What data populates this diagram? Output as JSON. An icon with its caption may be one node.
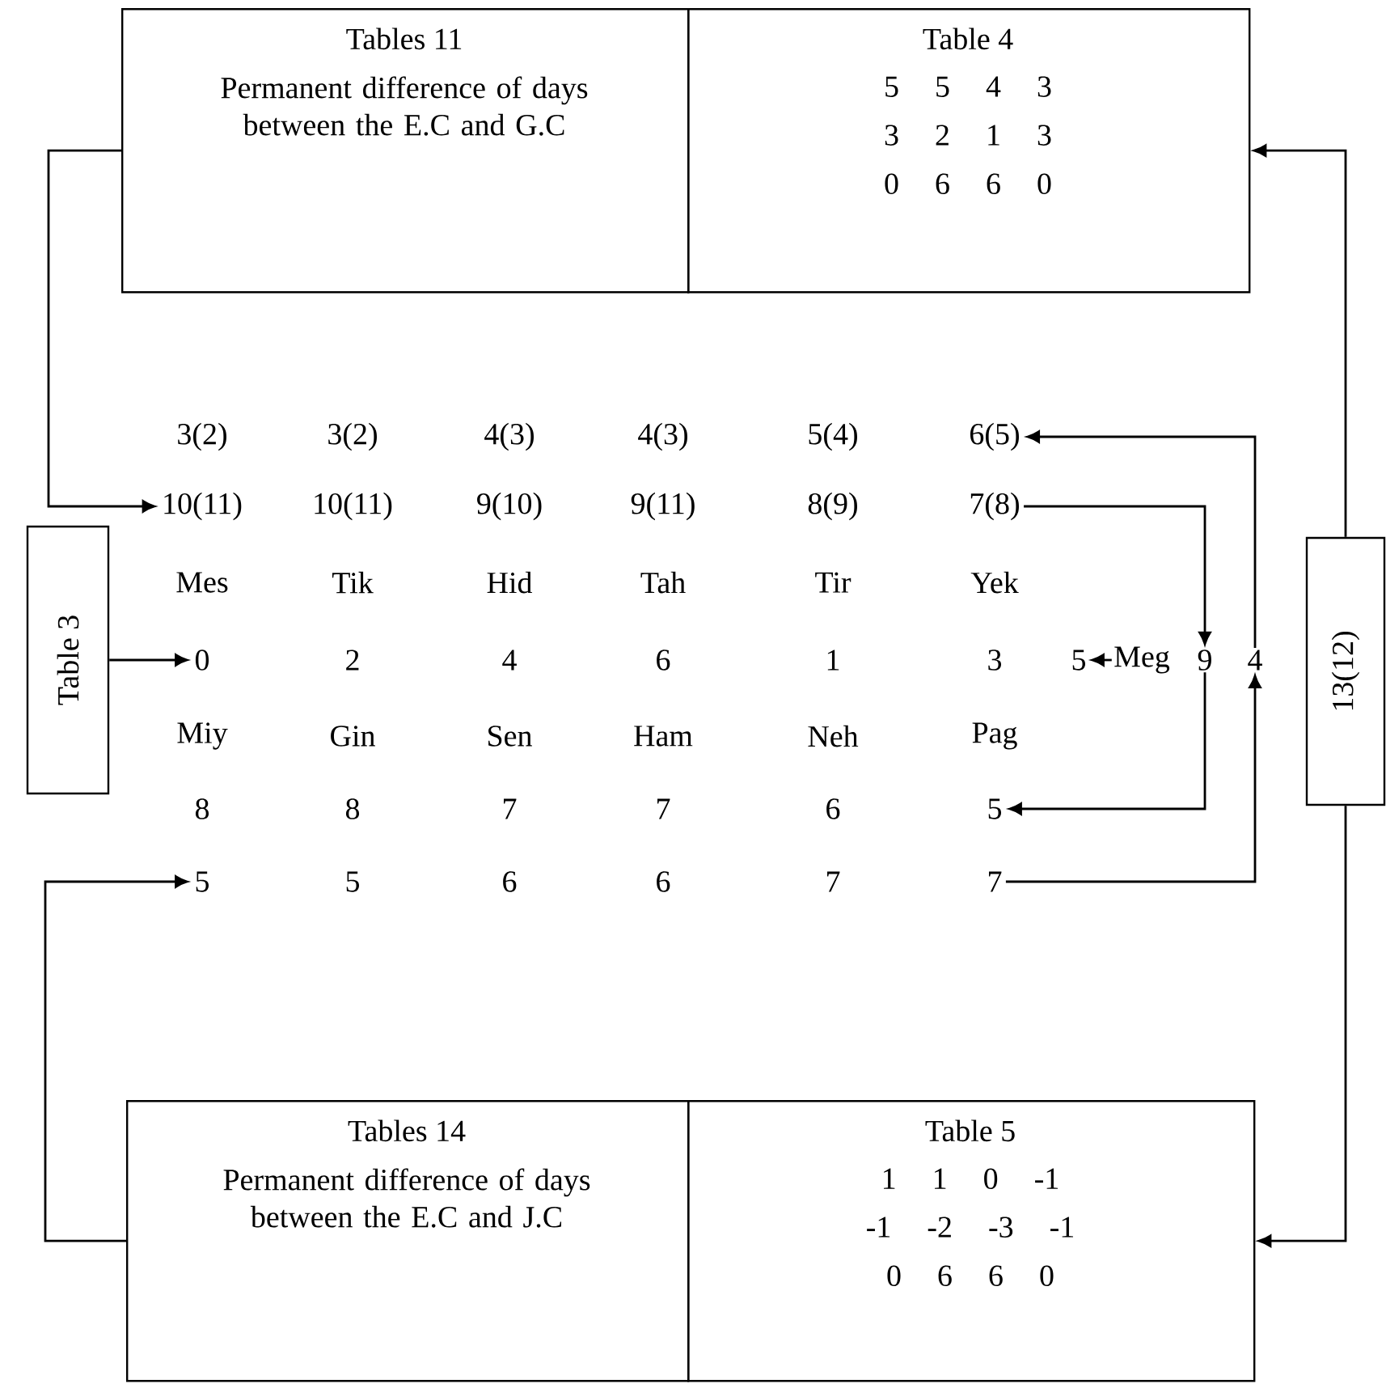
{
  "diagram": {
    "nodes": [
      {
        "text": [
          "Tables 11",
          "Permanent difference of days between the E.C and G.C"
        ]
      },
      {
        "text": [
          "Table 4",
          "5 5 4 3",
          "3 2 1 3",
          "0 6 6 0"
        ]
      },
      {
        "text": [
          "6(5)"
        ]
      },
      {
        "text": [
          "10(11)"
        ]
      },
      {
        "text": [
          "7(8)"
        ]
      },
      {
        "text": [
          "Table 3"
        ]
      },
      {
        "text": [
          "0"
        ]
      },
      {
        "text": [
          "5"
        ]
      },
      {
        "text": [
          "Meg"
        ]
      },
      {
        "text": [
          "9"
        ]
      },
      {
        "text": [
          "4"
        ]
      },
      {
        "text": [
          "13(12)"
        ]
      },
      {
        "text": [
          "5"
        ]
      },
      {
        "text": [
          "5"
        ]
      },
      {
        "text": [
          "7"
        ]
      },
      {
        "text": [
          "Tables 14",
          "Permanent difference of days between the E.C and J.C"
        ]
      },
      {
        "text": [
          "Table 5",
          "1 1 0 -1",
          "-1 -2 -3 -1",
          "0 6 6 0"
        ]
      }
    ],
    "edges": [
      {
        "from": 0,
        "to": 3,
        "arrow": "to"
      },
      {
        "from": 11,
        "to": 1,
        "arrow": "to"
      },
      {
        "from": 4,
        "to": 9,
        "arrow": "to"
      },
      {
        "from": 10,
        "to": 2,
        "arrow": "to"
      },
      {
        "from": 5,
        "to": 6,
        "arrow": "to"
      },
      {
        "from": 8,
        "to": 7,
        "arrow": "to"
      },
      {
        "from": 9,
        "to": 12,
        "arrow": "to"
      },
      {
        "from": 14,
        "to": 10,
        "arrow": "to"
      },
      {
        "from": 15,
        "to": 13,
        "arrow": "to"
      },
      {
        "from": 11,
        "to": 16,
        "arrow": "to"
      }
    ],
    "labels": [
      "3(2)",
      "3(2)",
      "4(3)",
      "4(3)",
      "5(4)",
      "10(11)",
      "9(10)",
      "9(11)",
      "8(9)",
      "Mes",
      "Tik",
      "Hid",
      "Tah",
      "Tir",
      "Yek",
      "2",
      "4",
      "6",
      "1",
      "3",
      "Miy",
      "Gin",
      "Sen",
      "Ham",
      "Neh",
      "Pag",
      "8",
      "8",
      "7",
      "7",
      "6",
      "5",
      "6",
      "6",
      "7"
    ]
  }
}
